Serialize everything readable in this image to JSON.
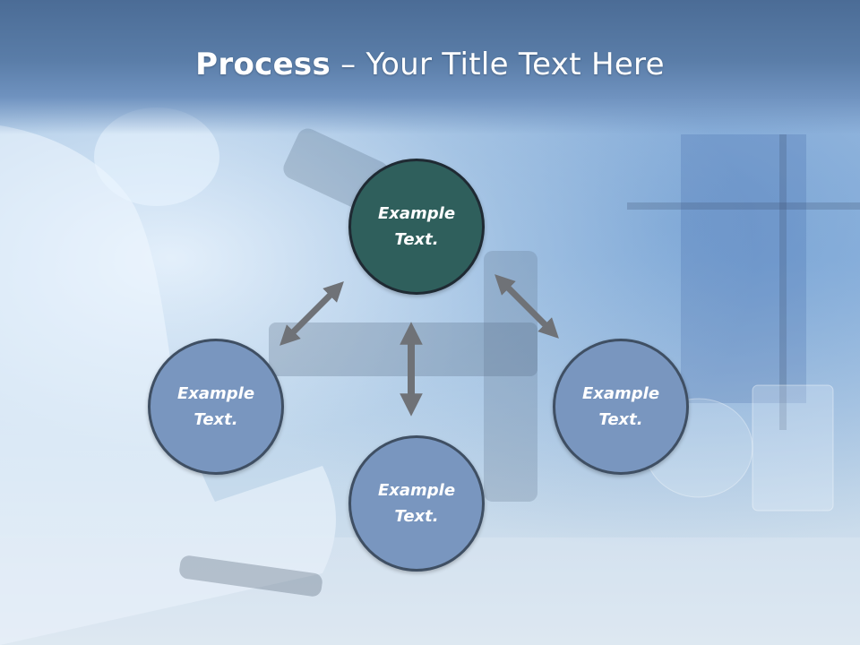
{
  "slide": {
    "title_bold": "Process",
    "title_rest": " – Your Title Text Here"
  },
  "nodes": {
    "top": {
      "line1": "Example",
      "line2": "Text."
    },
    "left": {
      "line1": "Example",
      "line2": "Text."
    },
    "right": {
      "line1": "Example",
      "line2": "Text."
    },
    "bottom": {
      "line1": "Example",
      "line2": "Text."
    }
  },
  "colors": {
    "header": "#5a7da8",
    "node_top": "#2f5f5c",
    "node_other": "#7996bf",
    "arrow": "#6f7277"
  },
  "icons": [
    "double-arrow-icon"
  ]
}
